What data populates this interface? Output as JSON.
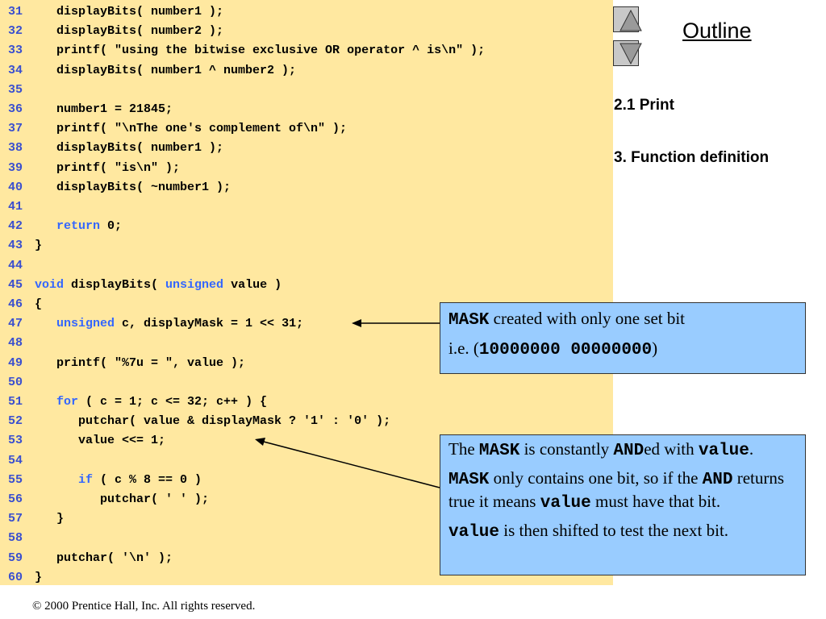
{
  "code": {
    "lines": [
      {
        "num": "31",
        "segs": [
          {
            "t": "   displayBits( number1 );"
          }
        ]
      },
      {
        "num": "32",
        "segs": [
          {
            "t": "   displayBits( number2 );"
          }
        ]
      },
      {
        "num": "33",
        "segs": [
          {
            "t": "   printf( \"using the bitwise exclusive OR operator ^ is\\n\" );"
          }
        ]
      },
      {
        "num": "34",
        "segs": [
          {
            "t": "   displayBits( number1 ^ number2 );"
          }
        ]
      },
      {
        "num": "35",
        "segs": []
      },
      {
        "num": "36",
        "segs": [
          {
            "t": "   number1 = 21845;"
          }
        ]
      },
      {
        "num": "37",
        "segs": [
          {
            "t": "   printf( \"\\nThe one's complement of\\n\" );"
          }
        ]
      },
      {
        "num": "38",
        "segs": [
          {
            "t": "   displayBits( number1 );"
          }
        ]
      },
      {
        "num": "39",
        "segs": [
          {
            "t": "   printf( \"is\\n\" );"
          }
        ]
      },
      {
        "num": "40",
        "segs": [
          {
            "t": "   displayBits( ~number1 );"
          }
        ]
      },
      {
        "num": "41",
        "segs": []
      },
      {
        "num": "42",
        "segs": [
          {
            "t": "   "
          },
          {
            "t": "return",
            "kw": true
          },
          {
            "t": " 0;"
          }
        ]
      },
      {
        "num": "43",
        "segs": [
          {
            "t": "}"
          }
        ]
      },
      {
        "num": "44",
        "segs": []
      },
      {
        "num": "45",
        "segs": [
          {
            "t": "void",
            "kw": true
          },
          {
            "t": " displayBits( "
          },
          {
            "t": "unsigned",
            "kw": true
          },
          {
            "t": " value )"
          }
        ]
      },
      {
        "num": "46",
        "segs": [
          {
            "t": "{"
          }
        ]
      },
      {
        "num": "47",
        "segs": [
          {
            "t": "   "
          },
          {
            "t": "unsigned",
            "kw": true
          },
          {
            "t": " c, displayMask = 1 << 31;"
          }
        ]
      },
      {
        "num": "48",
        "segs": []
      },
      {
        "num": "49",
        "segs": [
          {
            "t": "   printf( \"%7u = \", value );"
          }
        ]
      },
      {
        "num": "50",
        "segs": []
      },
      {
        "num": "51",
        "segs": [
          {
            "t": "   "
          },
          {
            "t": "for",
            "kw": true
          },
          {
            "t": " ( c = 1; c <= 32; c++ ) {"
          }
        ]
      },
      {
        "num": "52",
        "segs": [
          {
            "t": "      putchar( value & displayMask ? '1' : '0' );"
          }
        ]
      },
      {
        "num": "53",
        "segs": [
          {
            "t": "      value <<= 1;"
          }
        ]
      },
      {
        "num": "54",
        "segs": []
      },
      {
        "num": "55",
        "segs": [
          {
            "t": "      "
          },
          {
            "t": "if",
            "kw": true
          },
          {
            "t": " ( c % 8 == 0 )"
          }
        ]
      },
      {
        "num": "56",
        "segs": [
          {
            "t": "         putchar( ' ' );"
          }
        ]
      },
      {
        "num": "57",
        "segs": [
          {
            "t": "   }"
          }
        ]
      },
      {
        "num": "58",
        "segs": []
      },
      {
        "num": "59",
        "segs": [
          {
            "t": "   putchar( '\\n' );"
          }
        ]
      },
      {
        "num": "60",
        "segs": [
          {
            "t": "}"
          }
        ]
      }
    ]
  },
  "outline": {
    "title": "Outline",
    "items": [
      "2.1 Print",
      "3. Function definition"
    ]
  },
  "callouts": {
    "mask": {
      "l1_mono": "MASK",
      "l1_text": " created with only one set bit",
      "l2_pre": "i.e. (",
      "l2_mono": "10000000 00000000",
      "l2_post": ")"
    },
    "shift": {
      "p1_a": "The ",
      "p1_mask": "MASK",
      "p1_b": " is constantly ",
      "p1_and": "AND",
      "p1_c": "ed with ",
      "p1_value": "value",
      "p1_d": ".",
      "p2_mask": "MASK",
      "p2_a": " only contains one bit, so if the ",
      "p2_and": "AND",
      "p2_b": " returns true it means ",
      "p2_value": "value",
      "p2_c": " must have that bit.",
      "p3_value": "value",
      "p3_a": " is then shifted to test the next bit."
    }
  },
  "footer": {
    "copyright": "© 2000 Prentice Hall, Inc.  All rights reserved."
  },
  "colors": {
    "code_background": "#ffe8a0",
    "line_number": "#3a4fcf",
    "keyword": "#3366ff",
    "callout_background": "#99ccff"
  },
  "icons": {
    "nav_up": "triangle-up-icon",
    "nav_down": "triangle-down-icon"
  }
}
